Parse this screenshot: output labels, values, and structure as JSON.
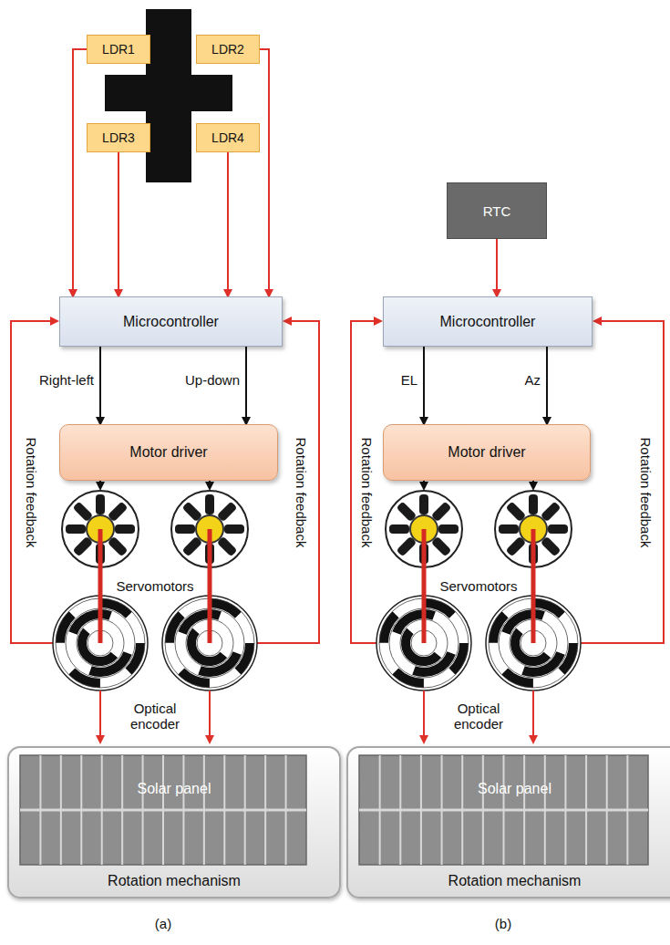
{
  "diagram": {
    "nodes": [
      {
        "text": [
          "LDR1"
        ]
      },
      {
        "text": [
          "LDR2"
        ]
      },
      {
        "text": [
          "LDR3"
        ]
      },
      {
        "text": [
          "LDR4"
        ]
      },
      {
        "text": [
          "Microcontroller"
        ]
      },
      {
        "text": [
          "Motor driver"
        ]
      },
      {
        "text": [
          "Solar panel",
          "Rotation mechanism"
        ]
      },
      {
        "text": [
          "RTC"
        ]
      },
      {
        "text": [
          "Microcontroller"
        ]
      },
      {
        "text": [
          "Motor driver"
        ]
      },
      {
        "text": [
          "Solar panel",
          "Rotation mechanism"
        ]
      }
    ],
    "edges": [
      {
        "from": 0,
        "to": 4,
        "arrow": "to"
      },
      {
        "from": 1,
        "to": 4,
        "arrow": "to"
      },
      {
        "from": 2,
        "to": 4,
        "arrow": "to"
      },
      {
        "from": 3,
        "to": 4,
        "arrow": "to"
      },
      {
        "from": 4,
        "to": 5,
        "label": "Right-left",
        "arrow": "to"
      },
      {
        "from": 4,
        "to": 5,
        "label": "Up-down",
        "arrow": "to"
      },
      {
        "from": 7,
        "to": 8,
        "arrow": "to"
      },
      {
        "from": 8,
        "to": 9,
        "label": "EL",
        "arrow": "to"
      },
      {
        "from": 8,
        "to": 9,
        "label": "Az",
        "arrow": "to"
      }
    ],
    "labels": [
      "Rotation feedback",
      "Rotation feedback",
      "Servomotors",
      "Optical encoder",
      "(a)",
      "Rotation feedback",
      "Rotation feedback",
      "Servomotors",
      "Optical encoder",
      "(b)"
    ]
  }
}
